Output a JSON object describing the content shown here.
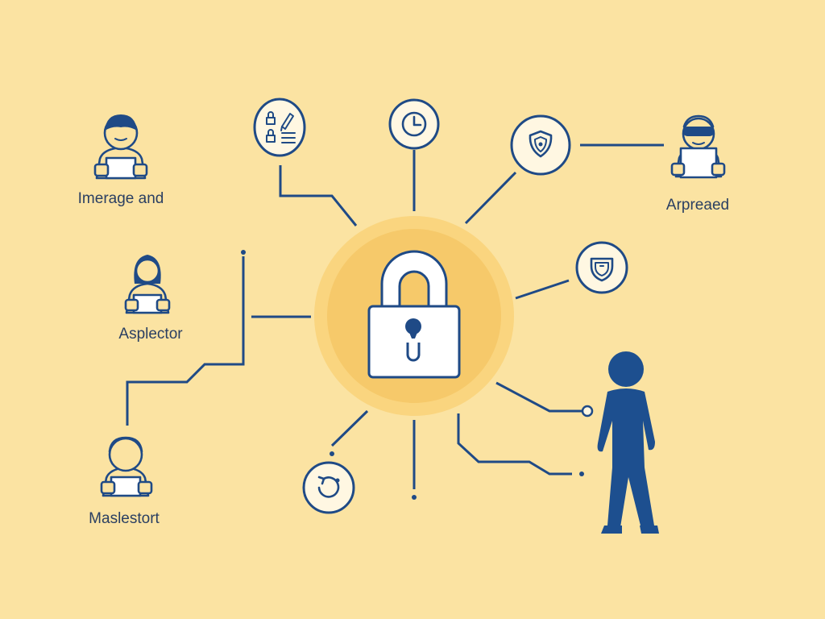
{
  "labels": {
    "top_left_person": "Imerage and",
    "middle_left_person": "Asplector",
    "bottom_left_person": "Maslestort",
    "top_right_person": "Arpreaed"
  },
  "colors": {
    "background": "#fbe3a2",
    "ink": "#1f4a86",
    "halo_outer": "#fad57f",
    "halo_inner": "#f6c96a",
    "lock_body": "#ffffff",
    "standing_person": "#1d4f8f"
  },
  "icons": [
    "lock-icon",
    "lock-list-icon",
    "clock-icon",
    "shield-icon",
    "shield-badge-icon",
    "refresh-icon",
    "user-icon",
    "user-with-goggles-icon",
    "standing-person-icon"
  ]
}
